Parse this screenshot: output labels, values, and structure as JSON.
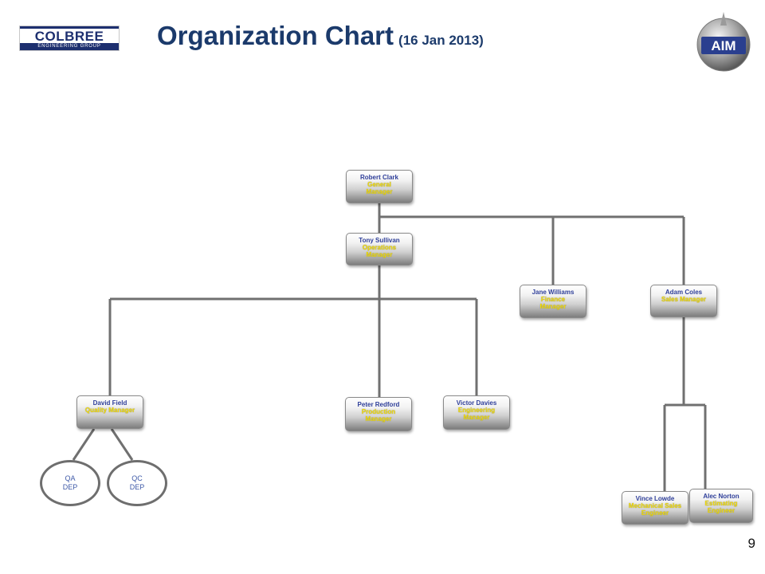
{
  "header": {
    "logo_left": {
      "name": "COLBREE",
      "tagline": "ENGINEERING GROUP"
    },
    "title": "Organization Chart",
    "date": "(16 Jan 2013)",
    "logo_right": {
      "text": "AIM"
    }
  },
  "page_number": "9",
  "org_chart": {
    "nodes": {
      "general_manager": {
        "name": "Robert Clark",
        "role": "General Manager"
      },
      "operations_manager": {
        "name": "Tony Sullivan",
        "role": "Operations Manager"
      },
      "finance_manager": {
        "name": "Jane Williams",
        "role": "Finance Manager"
      },
      "sales_manager": {
        "name": "Adam Coles",
        "role": "Sales Manager"
      },
      "quality_manager": {
        "name": "David Field",
        "role": "Quality Manager"
      },
      "production_manager": {
        "name": "Peter Redford",
        "role": "Production Manager"
      },
      "engineering_manager": {
        "name": "Victor Davies",
        "role": "Engineering Manager"
      },
      "mechanical_sales_engineer": {
        "name": "Vince Lowde",
        "role": "Mechanical Sales Engineer"
      },
      "estimating_engineer": {
        "name": "Alec Norton",
        "role": "Estimating Engineer"
      }
    },
    "departments": {
      "qa": {
        "line1": "QA",
        "line2": "DEP"
      },
      "qc": {
        "line1": "QC",
        "line2": "DEP"
      }
    }
  },
  "colors": {
    "title": "#1b3a6b",
    "node_name": "#2f3f9a",
    "node_role": "#f2dc00",
    "connector": "#707070",
    "department_text": "#3f5aa8"
  }
}
